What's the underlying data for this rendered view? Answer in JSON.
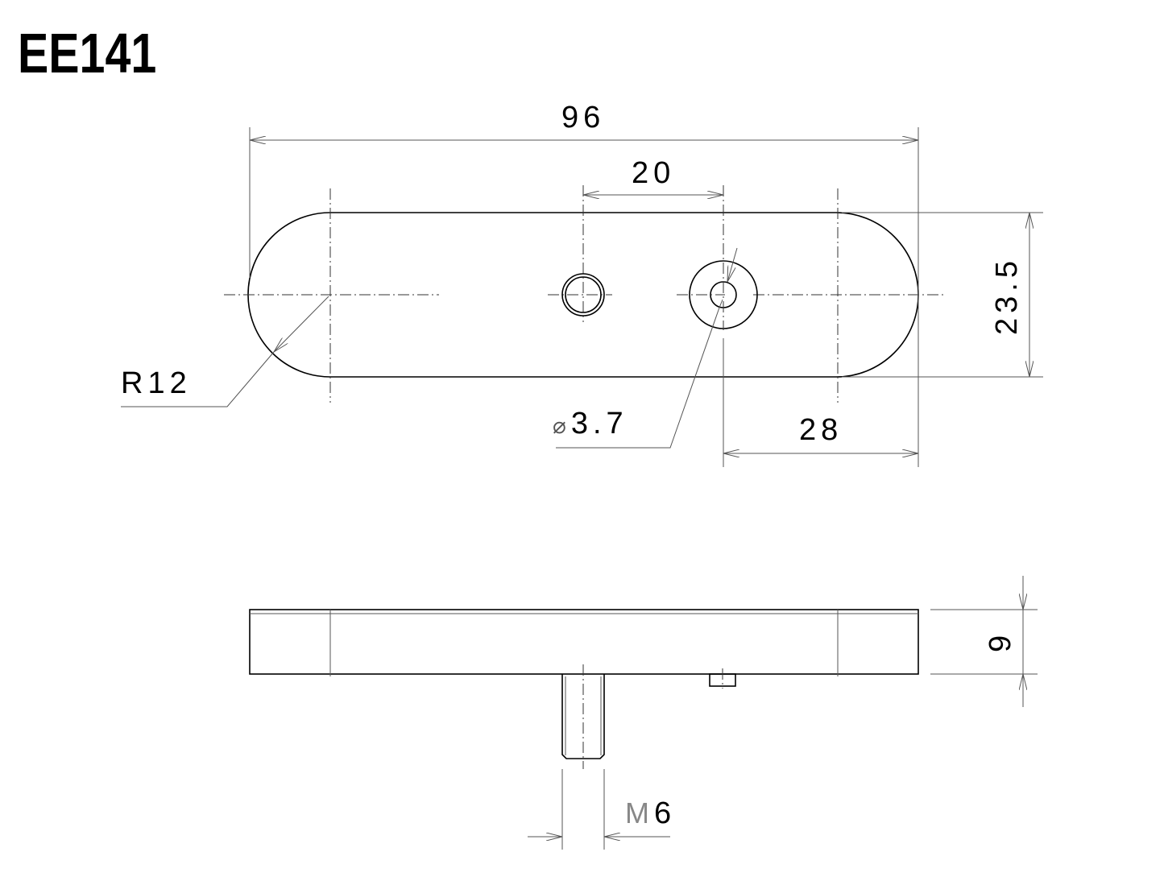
{
  "title": "EE141",
  "dimensions": {
    "overall_length": "96",
    "hole_spacing": "20",
    "width": "23.5",
    "end_offset": "28",
    "radius": "R12",
    "hole_diameter_symbol": "⌀",
    "hole_diameter": "3.7",
    "thickness": "9",
    "thread_prefix": "M",
    "thread_size": "6"
  }
}
